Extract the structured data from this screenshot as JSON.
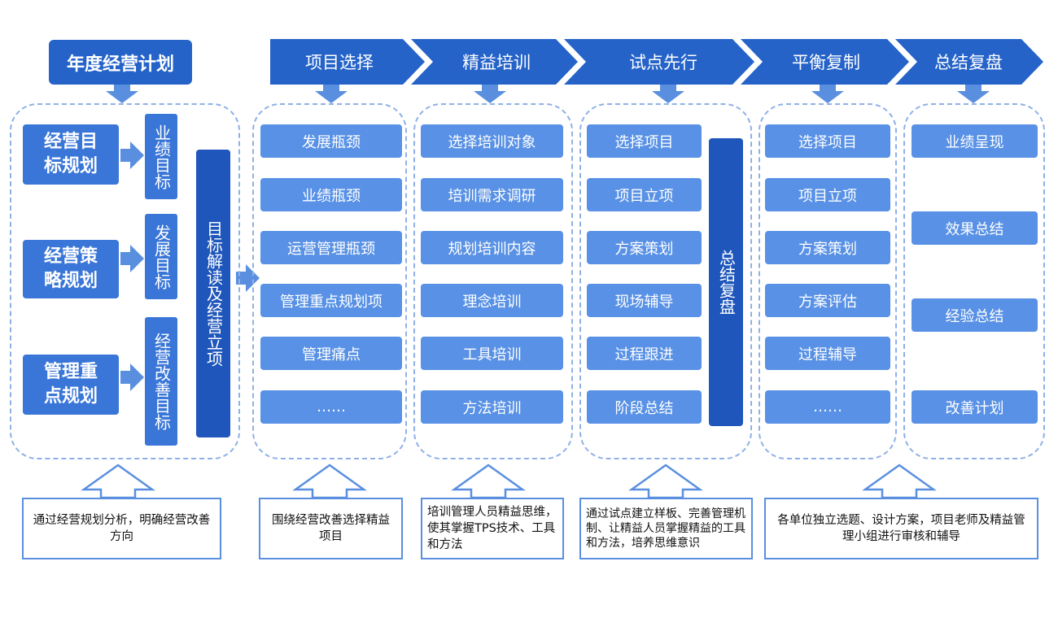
{
  "annual_plan": {
    "label": "年度经营计划"
  },
  "phases": [
    "项目选择",
    "精益培训",
    "试点先行",
    "平衡复制",
    "总结复盘"
  ],
  "left_column": {
    "planning_items": [
      "经营目标规划",
      "经营策略规划",
      "管理重点规划"
    ],
    "target_items": [
      "业绩目标",
      "发展目标",
      "经营改善目标"
    ],
    "summary_bar": "目标解读及经营立项"
  },
  "project_selection": [
    "发展瓶颈",
    "业绩瓶颈",
    "运营管理瓶颈",
    "管理重点规划项",
    "管理痛点",
    "……"
  ],
  "lean_training": [
    "选择培训对象",
    "培训需求调研",
    "规划培训内容",
    "理念培训",
    "工具培训",
    "方法培训"
  ],
  "pilot": {
    "items": [
      "选择项目",
      "项目立项",
      "方案策划",
      "现场辅导",
      "过程跟进",
      "阶段总结"
    ],
    "side_bar": "总结复盘"
  },
  "balanced_replication": [
    "选择项目",
    "项目立项",
    "方案策划",
    "方案评估",
    "过程辅导",
    "……"
  ],
  "summary_review": [
    "业绩呈现",
    "效果总结",
    "经验总结",
    "改善计划"
  ],
  "notes": {
    "left": "通过经营规划分析，明确经营改善方向",
    "project_selection": "围绕经营改善选择精益项目",
    "lean_training": "培训管理人员精益思维，使其掌握TPS技术、工具和方法",
    "pilot": "通过试点建立样板、完善管理机制、让精益人员掌握精益的工具和方法，培养思维意识",
    "replication": "各单位独立选题、设计方案，项目老师及精益管理小组进行审核和辅导"
  },
  "colors": {
    "dark_blue": "#2563c9",
    "mid_blue": "#3a76d8",
    "light_blue": "#5891e5",
    "dashed": "#8fb0e6",
    "arrow": "#5a8fe0"
  }
}
